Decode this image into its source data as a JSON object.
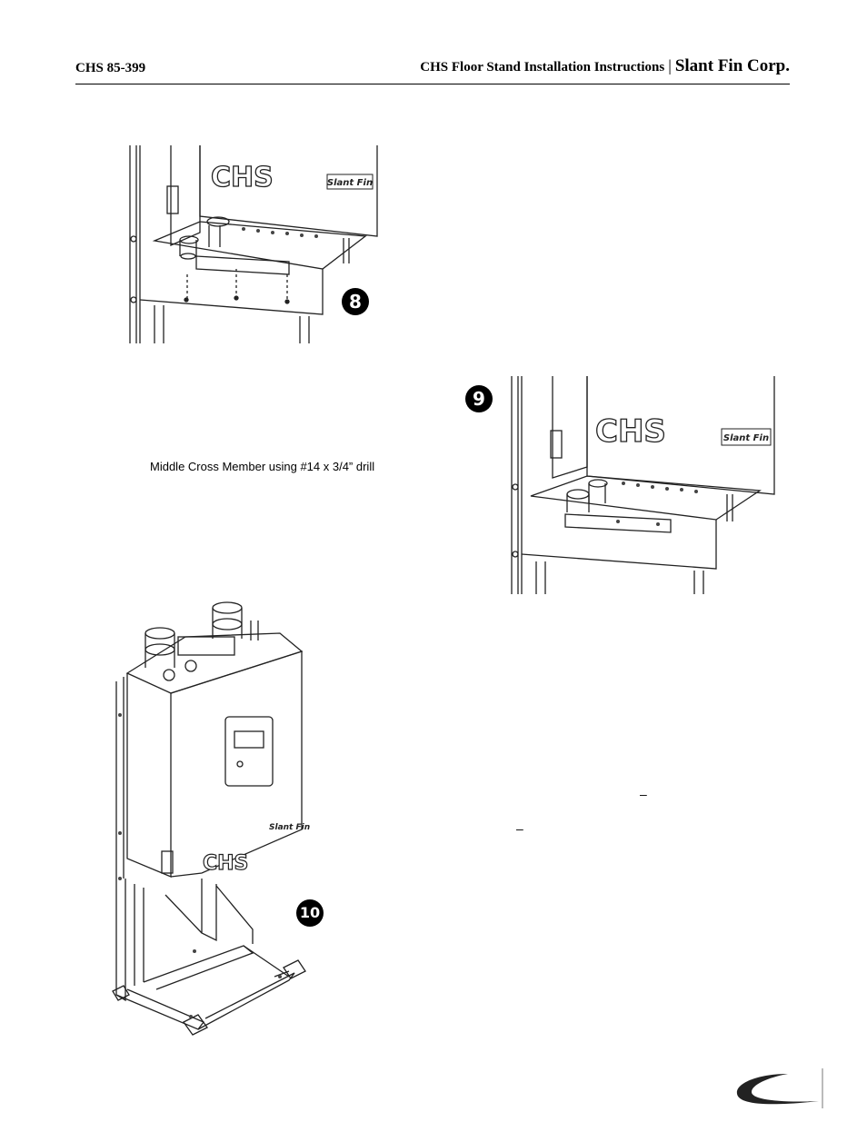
{
  "header": {
    "code": "CHS 85-399",
    "title": "CHS Floor Stand Installation Instructions",
    "separator": "|",
    "company": "Slant Fin Corp."
  },
  "figures": {
    "fig8": {
      "step": "8",
      "unit_logo": "CHS",
      "brand_plate": "Slant Fin"
    },
    "fig9": {
      "step": "9",
      "unit_logo": "CHS",
      "brand_plate": "Slant Fin"
    },
    "fig10": {
      "step": "10",
      "unit_logo": "CHS",
      "brand_plate": "Slant Fin"
    }
  },
  "text": {
    "note_middle_cross": "Middle Cross Member using #14 x 3/4” drill",
    "dash_a": "–",
    "dash_b": "–"
  },
  "footer": {
    "logo": "slant-fin-swoosh-icon"
  }
}
